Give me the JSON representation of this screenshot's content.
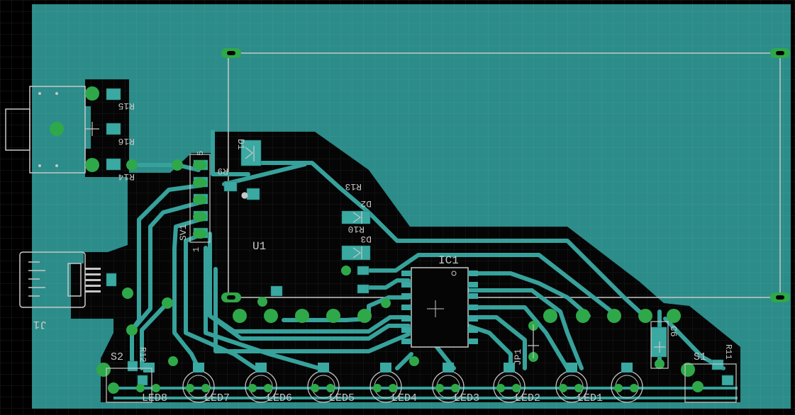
{
  "board": {
    "copper_color": "#2b8c89",
    "trace_color": "#36a29b",
    "void_color": "#050505",
    "pad_color": "#2fa84a",
    "silk_color": "#c8c8c8",
    "smd_color": "#3aa9a2",
    "grid": true
  },
  "labels": {
    "u1": "U1",
    "ic1": "IC1",
    "j1": "J1",
    "sv1": "SV1",
    "sv1_pin1": "1",
    "sv1_pin5": "5",
    "r13": "R13",
    "r14": "R14",
    "r15": "R15",
    "r16": "R16",
    "r9": "R9",
    "d1": "D1",
    "d2": "D2",
    "d3": "D3",
    "r10": "R10",
    "c6": "C6",
    "jp1": "JP1",
    "s1": "S1",
    "s2": "S2",
    "r11": "R11",
    "r12": "R12",
    "led1": "LED1",
    "led2": "LED2",
    "led3": "LED3",
    "led4": "LED4",
    "led5": "LED5",
    "led6": "LED6",
    "led7": "LED7",
    "led8": "LED8"
  }
}
